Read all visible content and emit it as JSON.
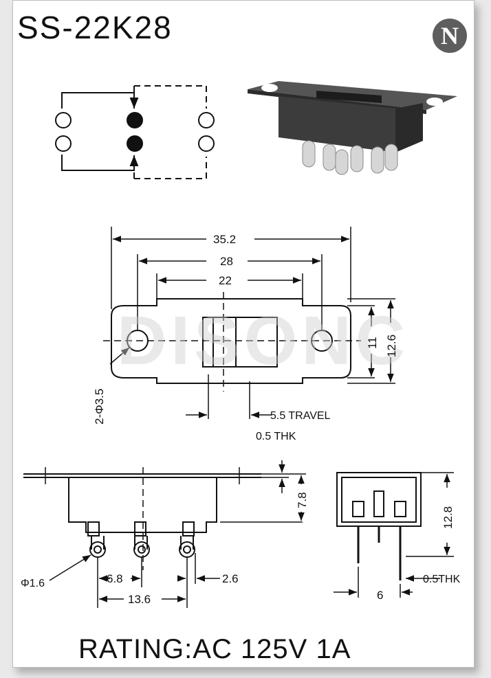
{
  "title": "SS-22K28",
  "logo_letter": "N",
  "watermark": "DISONC",
  "rating": "RATING:AC 125V 1A",
  "dimensions": {
    "overall_length": "35.2",
    "hole_pitch": "28",
    "slot_length": "22",
    "width_outer": "12.6",
    "width_inner": "11",
    "hole_note": "2-Φ3.5",
    "travel": "5.5 TRAVEL",
    "thickness_top": "0.5 THK",
    "body_height": "7.8",
    "pin_diameter": "Φ1.6",
    "pin_pitch": "6.8",
    "pin_span": "13.6",
    "pin_width": "2.6",
    "side_height": "12.8",
    "side_thickness": "0.5THK",
    "side_pitch": "6"
  },
  "colors": {
    "line": "#111111",
    "photo_body": "#3c3c3c",
    "photo_plate": "#555555",
    "terminal": "#d6d6d6",
    "logo_bg": "#5e5e5e"
  }
}
